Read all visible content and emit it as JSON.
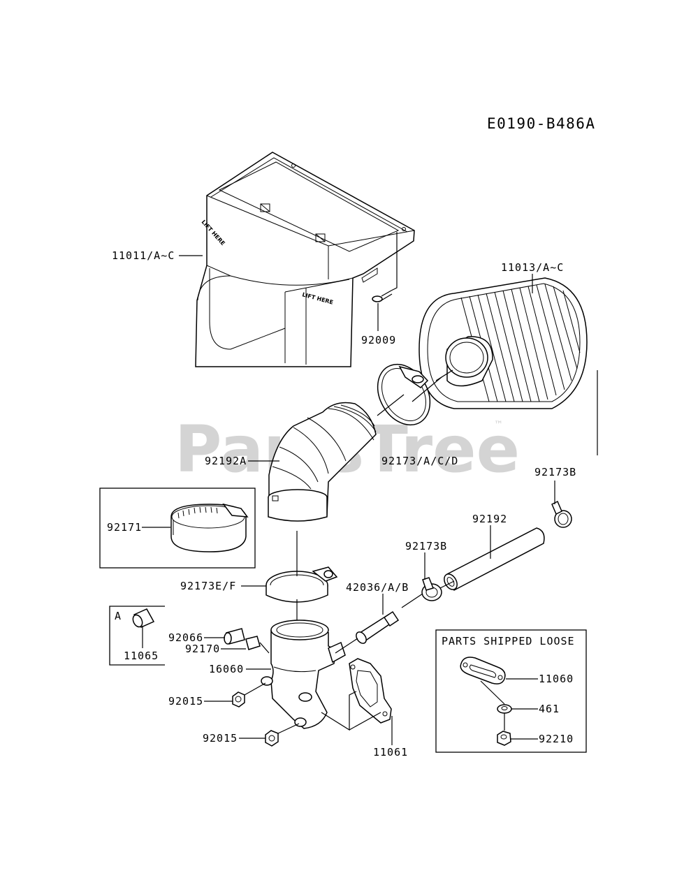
{
  "diagram_code": "E0190-B486A",
  "watermark": {
    "text": "PartsTree",
    "trademark": "™"
  },
  "embossed": {
    "lift_here_1": "LIFT HERE",
    "lift_here_2": "LIFT HERE"
  },
  "labels": {
    "p11011": "11011/A~C",
    "p11013": "11013/A~C",
    "p92009": "92009",
    "p92192A": "92192A",
    "p92173ACD": "92173/A/C/D",
    "p92173B_top": "92173B",
    "p92192": "92192",
    "p92171": "92171",
    "p92173B_mid": "92173B",
    "p92173EF": "92173E/F",
    "p42036": "42036/A/B",
    "inset_a_letter": "A",
    "p11065": "11065",
    "p92066": "92066",
    "p92170": "92170",
    "p16060": "16060",
    "p92015_top": "92015",
    "p92015_bottom": "92015",
    "p11061": "11061",
    "p11060": "11060",
    "p461": "461",
    "p92210": "92210"
  },
  "loose_box": {
    "title": "PARTS SHIPPED LOOSE"
  }
}
